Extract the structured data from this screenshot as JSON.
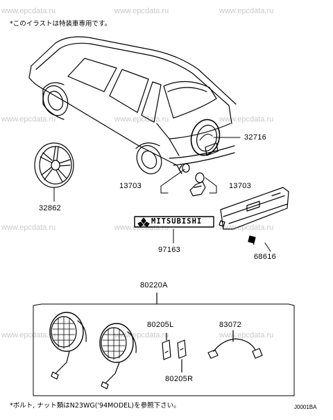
{
  "watermarks": [
    "www.epcdata.ru",
    "www.epcdata.ru",
    "www.epcdata.ru",
    "www.epcdata.ru",
    "www.epcdata.ru",
    "www.epcdata.ru",
    "www.epcdata.ru",
    "www.epcdata.ru",
    "www.epcdata.ru",
    "www.epcdata.ru",
    "www.epcdata.ru",
    "www.epcdata.ru"
  ],
  "notes": {
    "top": "*このイラストは特装車専用です。",
    "bottom": "*ボルト, ナット類はN23WG('94MODEL)を参照下さい。"
  },
  "diagram_code": "J0001BA",
  "badge_text": "MITSUBISHI",
  "parts": {
    "spare_tire_cover": "32716",
    "wheel": "32862",
    "clip_left": "13703",
    "clip_right": "13703",
    "emblem": "97163",
    "plate": "68616",
    "lamp_kit": "80220A",
    "bracket_l": "80205L",
    "bracket_r": "80205R",
    "harness": "83072"
  }
}
